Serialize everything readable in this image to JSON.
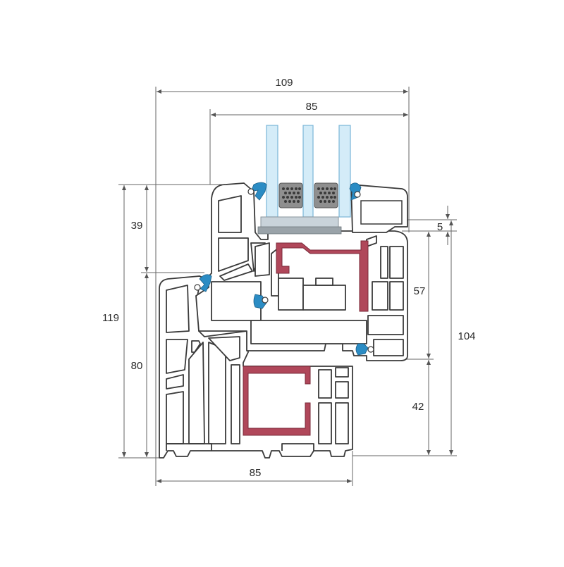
{
  "dimensions": {
    "overall_width": "109",
    "sash_width": "85",
    "frame_width": "85",
    "left_upper_height": "39",
    "left_total_height": "119",
    "left_lower_height": "80",
    "overlap": "5",
    "right_upper_height": "57",
    "right_lower_height": "42",
    "right_total_height": "104"
  },
  "colors": {
    "profile_stroke": "#3a3a3a",
    "profile_fill": "#ffffff",
    "dimension_line": "#666666",
    "glass_fill": "#d4ecf8",
    "glass_edge": "#7ab6d8",
    "gasket": "#2b8cc4",
    "reinforcement": "#b0475a",
    "spacer": "#9a9a9a",
    "glazing_bead_base": "#c9d3da"
  }
}
